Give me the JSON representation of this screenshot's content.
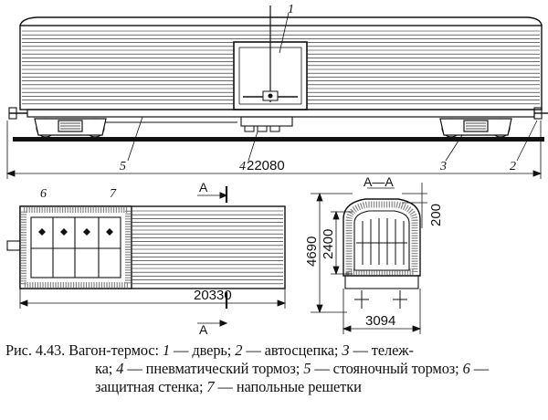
{
  "labels": {
    "callout_1": "1",
    "callout_2": "2",
    "callout_3": "3",
    "callout_4": "4",
    "callout_5": "5",
    "callout_6": "6",
    "callout_7": "7",
    "section_top": "А",
    "section_bottom": "А",
    "section_title": "А—А"
  },
  "dimensions": {
    "car_length": "22080",
    "body_length": "20330",
    "total_height": "4690",
    "inner_height": "2400",
    "roof": "200",
    "width": "3094"
  },
  "caption": {
    "line1": "Рис. 4.43. Вагон-термос: 1 — дверь; 2 — автосцепка; 3 — тележ-",
    "line1_parts": [
      {
        "t": "Рис. 4.43. Вагон-термос: ",
        "i": false
      },
      {
        "t": "1",
        "i": true
      },
      {
        "t": " — дверь; ",
        "i": false
      },
      {
        "t": "2",
        "i": true
      },
      {
        "t": " — автосцепка; ",
        "i": false
      },
      {
        "t": "3",
        "i": true
      },
      {
        "t": " — тележ-",
        "i": false
      }
    ],
    "line2_parts": [
      {
        "t": "ка; ",
        "i": false
      },
      {
        "t": "4",
        "i": true
      },
      {
        "t": " — пневматический тормоз; ",
        "i": false
      },
      {
        "t": "5",
        "i": true
      },
      {
        "t": " — стояночный тормоз; ",
        "i": false
      },
      {
        "t": "6",
        "i": true
      },
      {
        "t": " —",
        "i": false
      }
    ],
    "line3_parts": [
      {
        "t": "защитная стенка; ",
        "i": false
      },
      {
        "t": "7",
        "i": true
      },
      {
        "t": " — напольные решетки",
        "i": false
      }
    ]
  }
}
